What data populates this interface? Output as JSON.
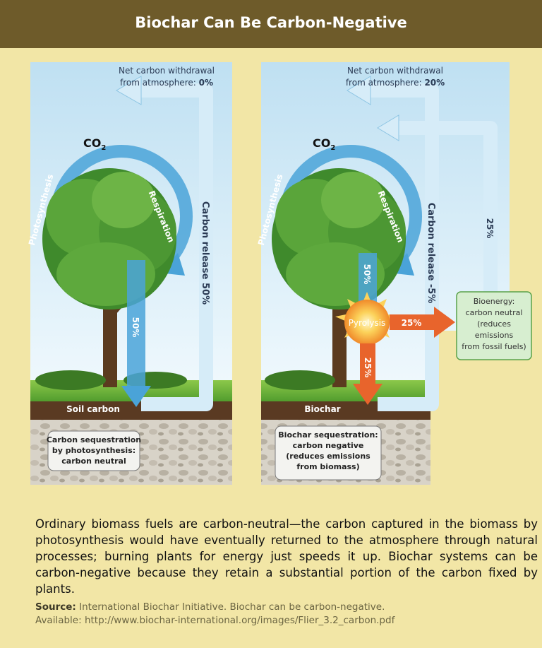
{
  "title": "Biochar Can Be Carbon-Negative",
  "left_panel": {
    "withdrawal_line1": "Net carbon withdrawal",
    "withdrawal_line2_prefix": "from atmosphere: ",
    "withdrawal_value": "0%",
    "co2": "CO",
    "co2_sub": "2",
    "photosynthesis": "Photosynthesis",
    "respiration": "Respiration",
    "carbon_release": "Carbon release 50%",
    "down_pct": "50%",
    "ground_label": "Soil carbon",
    "box_lines": [
      "Carbon sequestration",
      "by photosynthesis:",
      "carbon neutral"
    ]
  },
  "right_panel": {
    "withdrawal_line1": "Net carbon withdrawal",
    "withdrawal_line2_prefix": "from atmosphere: ",
    "withdrawal_value": "20%",
    "co2": "CO",
    "co2_sub": "2",
    "photosynthesis": "Photosynthesis",
    "respiration": "Respiration",
    "carbon_release": "Carbon release -5%",
    "down_pct": "50%",
    "pyrolysis": "Pyrolysis",
    "to_bioenergy_pct": "25%",
    "to_biochar_pct": "25%",
    "bioenergy_return_pct": "25%",
    "bioenergy_lines": [
      "Bioenergy:",
      "carbon neutral",
      "(reduces",
      "emissions",
      "from fossil fuels)"
    ],
    "ground_label": "Biochar",
    "box_lines": [
      "Biochar sequestration:",
      "carbon negative",
      "(reduces emissions",
      "from biomass)"
    ]
  },
  "caption": "Ordinary biomass fuels are carbon-neutral—the carbon captured in the biomass by photosynthesis would have eventually returned to the atmosphere through natural processes; burning plants for energy just speeds it up. Biochar systems can be carbon-negative because they retain a substantial portion of the carbon fixed by plants.",
  "source_label": "Source:",
  "source_text": " International Biochar Initiative. Biochar can be carbon-negative.",
  "source_url": "Available: http://www.biochar-international.org/images/Flier_3.2_carbon.pdf",
  "colors": {
    "header": "#6e5b2a",
    "background": "#f2e6a6",
    "sky": "#cfe8f4",
    "arrow_blue": "#5aaee0",
    "arrow_orange": "#e8642c",
    "soil": "#5a3a22",
    "grass": "#6bb33c"
  }
}
